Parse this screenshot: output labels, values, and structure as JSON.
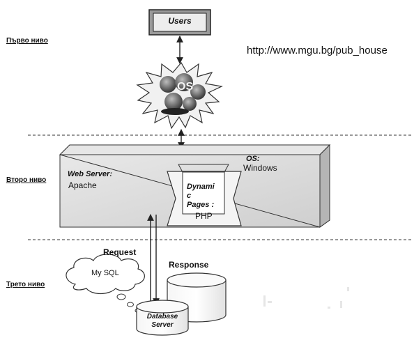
{
  "levels": {
    "first": "Първо ниво",
    "second": "Второ ниво",
    "third": "Трето ниво"
  },
  "url": "http://www.mgu.bg/pub_house",
  "users_box": "Users",
  "web_server": {
    "title": "Web Server:",
    "name": "Apache"
  },
  "os": {
    "title": "OS:",
    "name": "Windows"
  },
  "dynamic_pages": {
    "title_lines": [
      "Dynami",
      "c",
      "Pages :"
    ],
    "name": "PHP"
  },
  "request": "Request",
  "response": "Response",
  "mysql": "My SQL",
  "database_server": {
    "lines": [
      "Database",
      "Server"
    ]
  },
  "icons": [
    "users-box-icon",
    "internet-starburst-icon",
    "os-logo-icon",
    "cloud-icon",
    "database-cylinder-icon"
  ]
}
